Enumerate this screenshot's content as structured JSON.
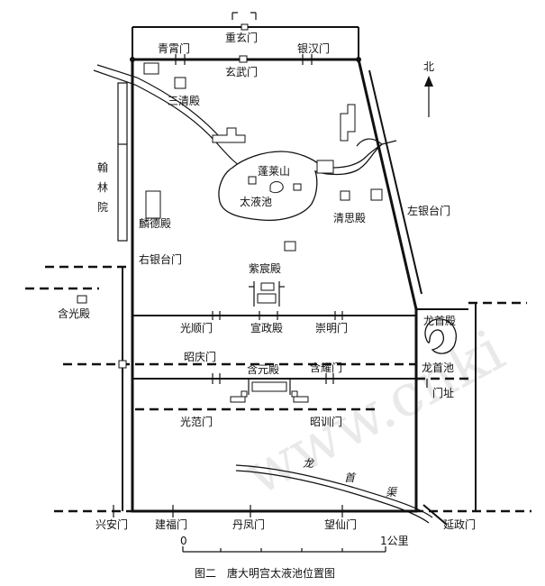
{
  "labels": {
    "chongxuan_gate": "重玄门",
    "qingxiao_gate": "青霄门",
    "yinhan_gate": "银汉门",
    "xuanwu_gate": "玄武门",
    "north": "北",
    "sanqing_hall": "三清殿",
    "hanlin_yuan": "翰林院",
    "penglai_shan": "蓬莱山",
    "taiye_chi": "太液池",
    "qingsi_hall": "清思殿",
    "zuo_yintai_gate": "左银台门",
    "linde_hall": "麟德殿",
    "you_yintai_gate": "右银台门",
    "zichen_hall": "紫宸殿",
    "hanguang_hall": "含光殿",
    "longshou_hall": "龙首殿",
    "guangshun_gate": "光顺门",
    "xuanzheng_hall": "宣政殿",
    "chongming_gate": "崇明门",
    "longshou_chi": "龙首池",
    "zhaoqing_gate": "昭庆门",
    "hanyuan_hall": "含元殿",
    "hanyao_gate": "含耀门",
    "men_zhi": "门址",
    "guangfan_gate": "光范门",
    "zhaoxun_gate": "昭训门",
    "longshou_qu": "龙首渠",
    "xingan_gate": "兴安门",
    "jianfu_gate": "建福门",
    "danfeng_gate": "丹凤门",
    "wangxian_gate": "望仙门",
    "yanzheng_gate": "延政门",
    "scale_zero": "0",
    "scale_one": "1公里",
    "caption": "图二　唐大明宫太液池位置图",
    "watermark": "www.cnki"
  },
  "colors": {
    "ink": "#111111",
    "paper": "#ffffff",
    "watermark": "#d8d8d8"
  }
}
